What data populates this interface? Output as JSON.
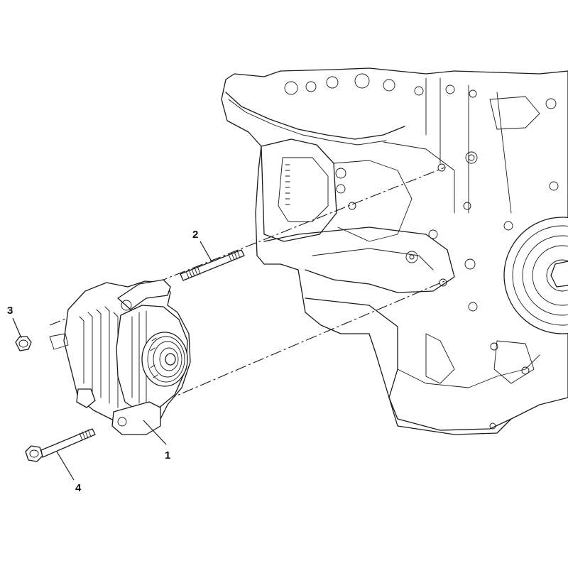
{
  "diagram": {
    "callouts": [
      {
        "id": "1",
        "label": "1",
        "part": "alternator"
      },
      {
        "id": "2",
        "label": "2",
        "part": "stud"
      },
      {
        "id": "3",
        "label": "3",
        "part": "nut"
      },
      {
        "id": "4",
        "label": "4",
        "part": "bolt"
      }
    ],
    "line_color": "#1a1a1a",
    "background": "#ffffff"
  }
}
